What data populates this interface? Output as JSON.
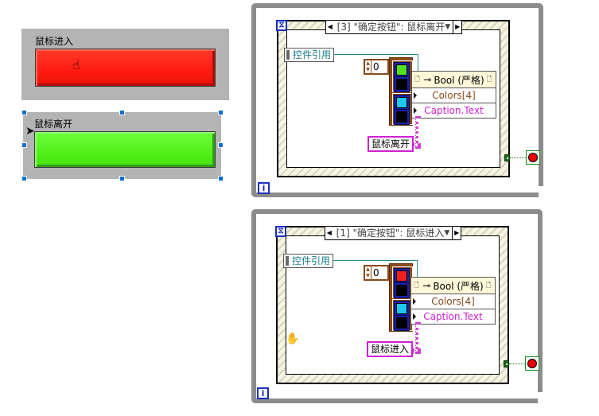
{
  "front_panel": {
    "button_enter": {
      "label": "鼠标进入",
      "color": "#ff1a10",
      "state": "mouse-over"
    },
    "button_leave": {
      "label": "鼠标离开",
      "color": "#52f018",
      "state": "selected"
    }
  },
  "diagrams": [
    {
      "id": "top",
      "event_selector": {
        "text": "[3] \"确定按钮\": 鼠标离开"
      },
      "control_ref": "控件引用",
      "index_constant": "0",
      "color_cells": [
        "#50e020",
        "#000000",
        "#20c8f0",
        "#000000"
      ],
      "property_node": {
        "class": "Bool (严格)",
        "properties": [
          "Colors[4]",
          "Caption.Text"
        ]
      },
      "string_constant": "鼠标离开",
      "iteration_label": "i"
    },
    {
      "id": "bottom",
      "event_selector": {
        "text": "[1] \"确定按钮\": 鼠标进入"
      },
      "control_ref": "控件引用",
      "index_constant": "0",
      "color_cells": [
        "#f02020",
        "#000000",
        "#20c8f0",
        "#000000"
      ],
      "property_node": {
        "class": "Bool (严格)",
        "properties": [
          "Colors[4]",
          "Caption.Text"
        ]
      },
      "string_constant": "鼠标进入",
      "iteration_label": "i"
    }
  ],
  "colors": {
    "loop_border": "#8c8c8c",
    "ref_wire": "#2a8a8a",
    "string_wire": "#d040d0",
    "numeric": "#8a4a1a"
  }
}
